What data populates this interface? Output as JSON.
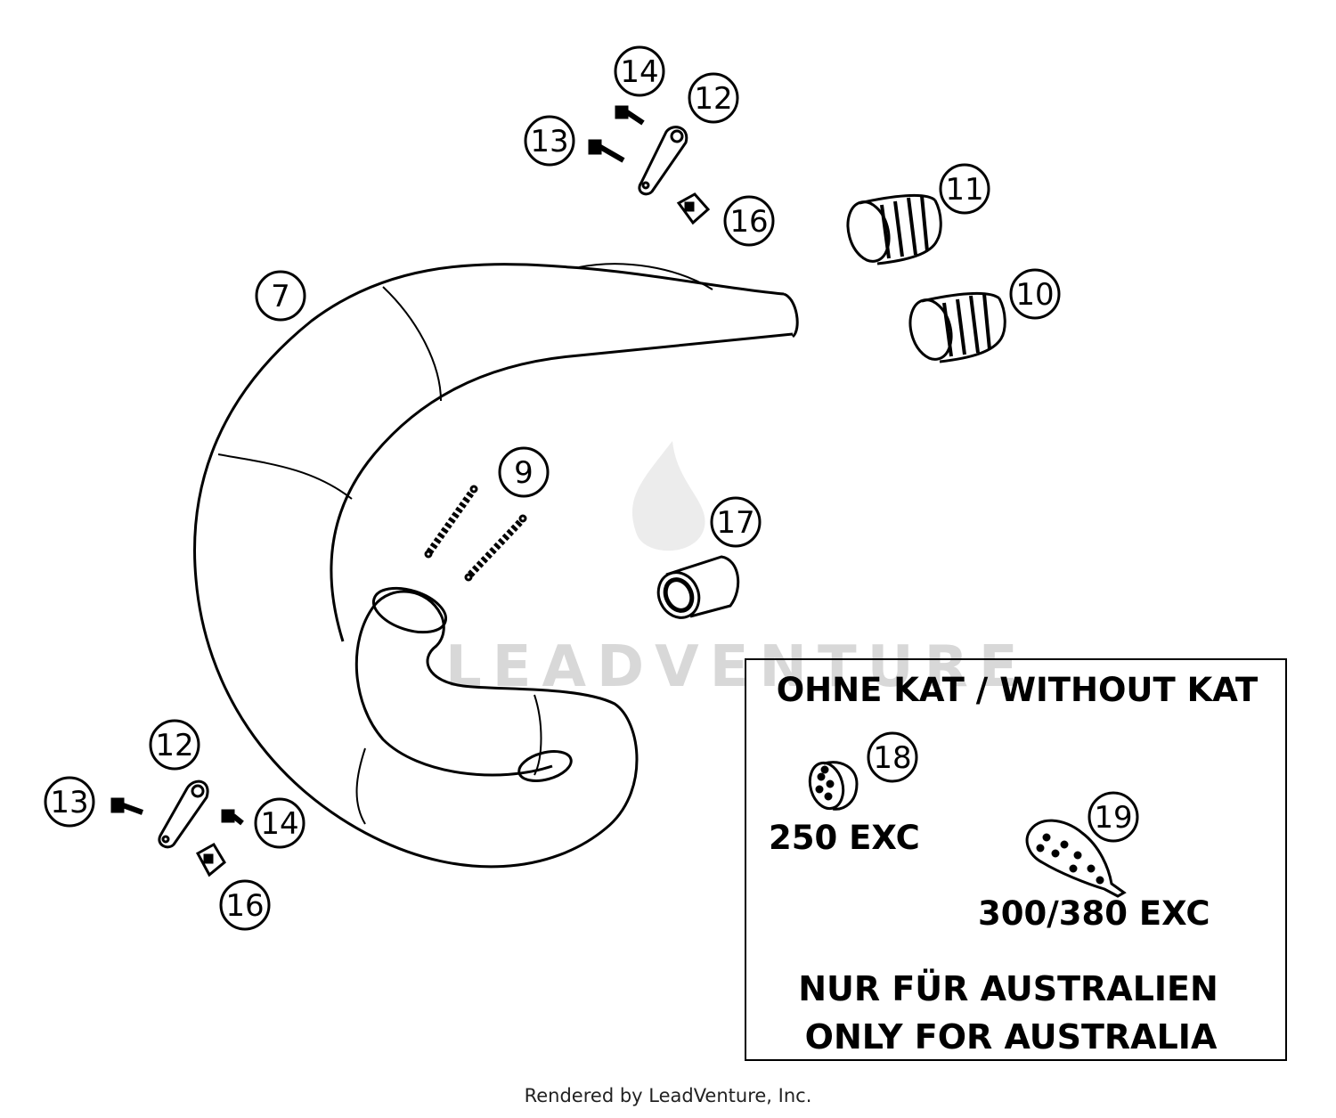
{
  "callouts": {
    "c7": "7",
    "c9": "9",
    "c10": "10",
    "c11": "11",
    "c12_top": "12",
    "c13_top": "13",
    "c14_top": "14",
    "c16_top": "16",
    "c17": "17",
    "c12_bottom": "12",
    "c13_bottom": "13",
    "c14_bottom": "14",
    "c16_bottom": "16",
    "c18": "18",
    "c19": "19"
  },
  "inset": {
    "title": "OHNE KAT / WITHOUT KAT",
    "label_250": "250 EXC",
    "label_300": "300/380 EXC",
    "note_de": "NUR FÜR AUSTRALIEN",
    "note_en": "ONLY FOR AUSTRALIA"
  },
  "watermark": "LEADVENTURE",
  "footer": "Rendered by LeadVenture, Inc."
}
